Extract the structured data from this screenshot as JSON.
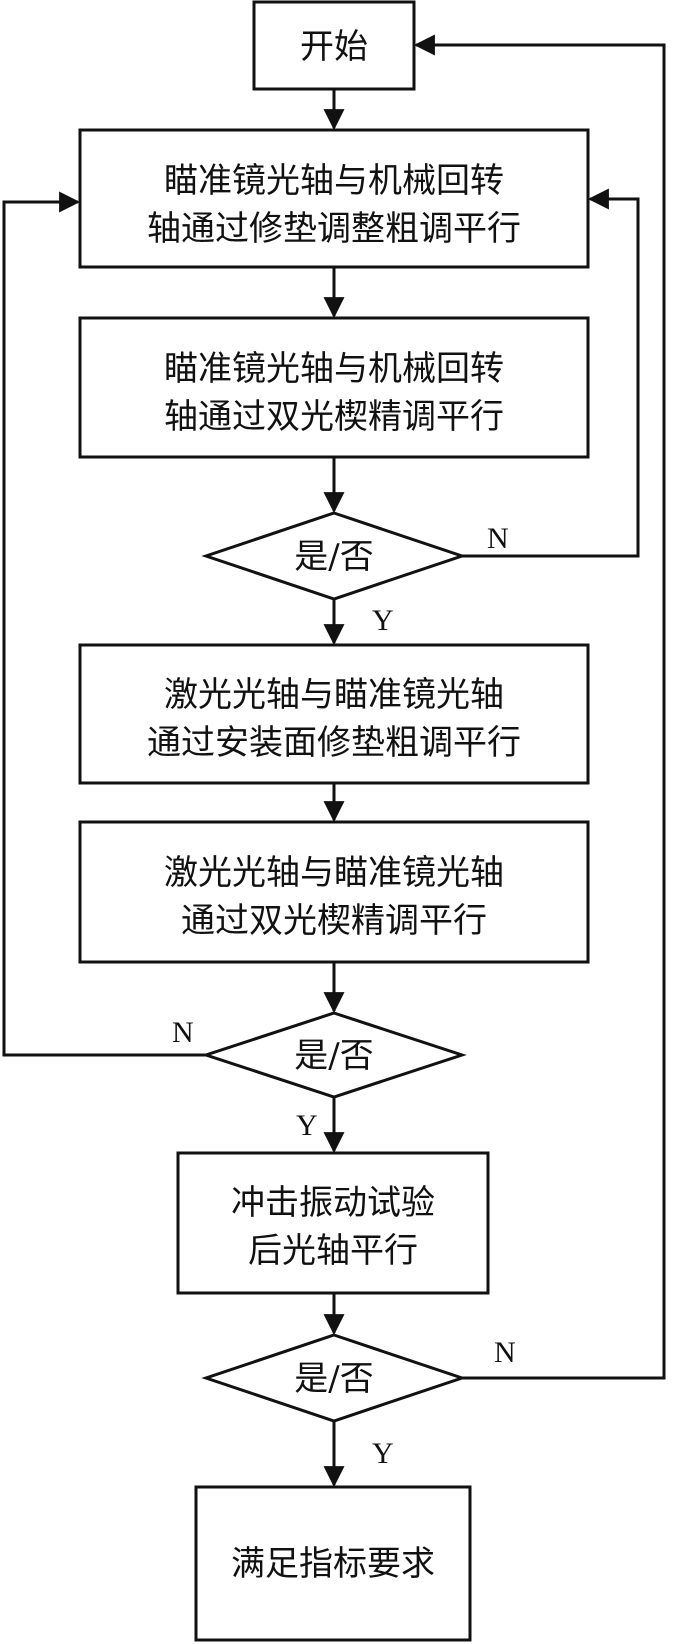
{
  "nodes": {
    "start": "开始",
    "step1": [
      "瞄准镜光轴与机械回转",
      "轴通过修垫调整粗调平行"
    ],
    "step2": [
      "瞄准镜光轴与机械回转",
      "轴通过双光楔精调平行"
    ],
    "decision1": "是/否",
    "step3": [
      "激光光轴与瞄准镜光轴",
      "通过安装面修垫粗调平行"
    ],
    "step4": [
      "激光光轴与瞄准镜光轴",
      "通过双光楔精调平行"
    ],
    "decision2": "是/否",
    "step5": [
      "冲击振动试验",
      "后光轴平行"
    ],
    "decision3": "是/否",
    "end": "满足指标要求"
  },
  "labels": {
    "yes": "Y",
    "no": "N"
  }
}
